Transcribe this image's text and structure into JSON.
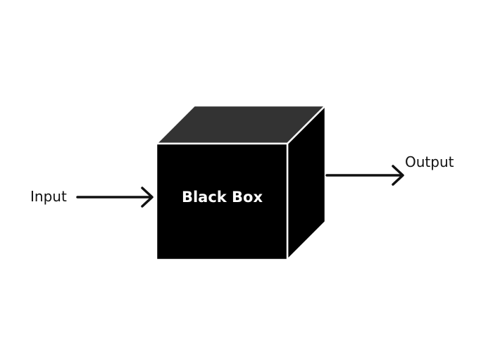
{
  "diagram": {
    "input_label": "Input",
    "output_label": "Output",
    "box_label": "Black Box",
    "box_color": "#000000",
    "box_top_color": "#333333",
    "edge_color": "#ffffff",
    "arrow_color": "#111111"
  }
}
